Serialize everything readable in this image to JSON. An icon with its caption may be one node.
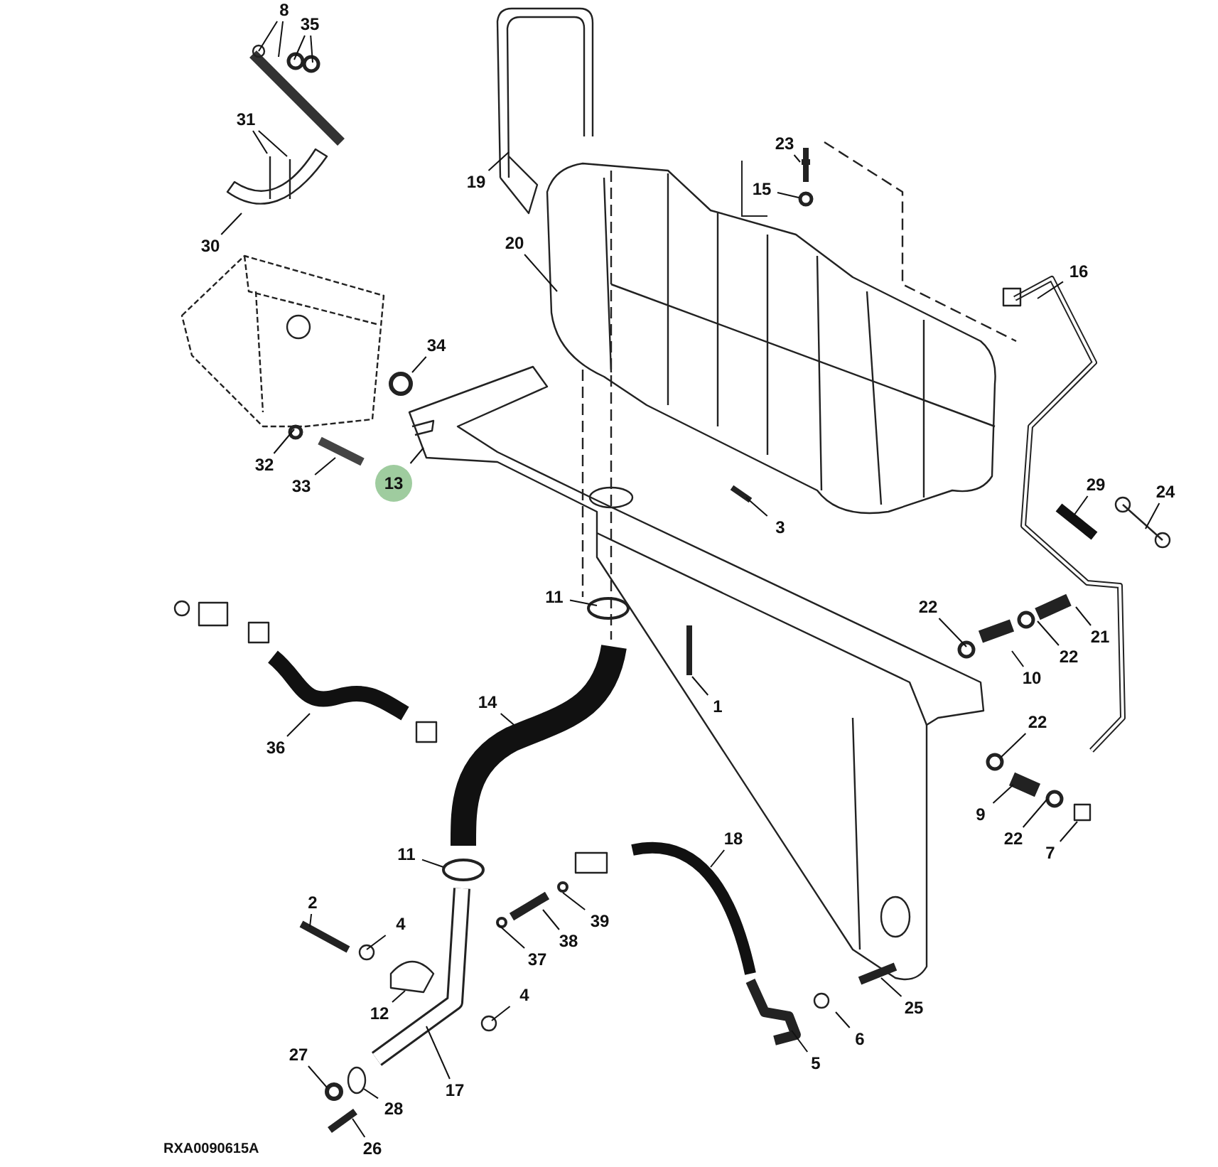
{
  "diagram": {
    "nodes": [
      {
        "text": [
          "8"
        ]
      },
      {
        "text": [
          "35"
        ]
      },
      {
        "text": [
          "31"
        ]
      },
      {
        "text": [
          "19"
        ]
      },
      {
        "text": [
          "23"
        ]
      },
      {
        "text": [
          "15"
        ]
      },
      {
        "text": [
          "30"
        ]
      },
      {
        "text": [
          "20"
        ]
      },
      {
        "text": [
          "16"
        ]
      },
      {
        "text": [
          "34"
        ]
      },
      {
        "text": [
          "32"
        ]
      },
      {
        "text": [
          "13"
        ]
      },
      {
        "text": [
          "33"
        ]
      },
      {
        "text": [
          "29"
        ]
      },
      {
        "text": [
          "24"
        ]
      },
      {
        "text": [
          "3"
        ]
      },
      {
        "text": [
          "11"
        ]
      },
      {
        "text": [
          "22"
        ]
      },
      {
        "text": [
          "21"
        ]
      },
      {
        "text": [
          "22"
        ]
      },
      {
        "text": [
          "10"
        ]
      },
      {
        "text": [
          "14"
        ]
      },
      {
        "text": [
          "1"
        ]
      },
      {
        "text": [
          "22"
        ]
      },
      {
        "text": [
          "36"
        ]
      },
      {
        "text": [
          "9"
        ]
      },
      {
        "text": [
          "18"
        ]
      },
      {
        "text": [
          "22"
        ]
      },
      {
        "text": [
          "7"
        ]
      },
      {
        "text": [
          "11"
        ]
      },
      {
        "text": [
          "2"
        ]
      },
      {
        "text": [
          "39"
        ]
      },
      {
        "text": [
          "4"
        ]
      },
      {
        "text": [
          "38"
        ]
      },
      {
        "text": [
          "37"
        ]
      },
      {
        "text": [
          "4"
        ]
      },
      {
        "text": [
          "25"
        ]
      },
      {
        "text": [
          "12"
        ]
      },
      {
        "text": [
          "6"
        ]
      },
      {
        "text": [
          "27"
        ]
      },
      {
        "text": [
          "5"
        ]
      },
      {
        "text": [
          "17"
        ]
      },
      {
        "text": [
          "28"
        ]
      },
      {
        "text": [
          "26"
        ]
      }
    ],
    "edges": [
      {
        "from": 0,
        "to": null,
        "arrow": "none"
      },
      {
        "from": 0,
        "to": null,
        "arrow": "none"
      },
      {
        "from": 1,
        "to": null,
        "arrow": "none"
      },
      {
        "from": 1,
        "to": null,
        "arrow": "none"
      },
      {
        "from": 2,
        "to": null,
        "arrow": "none"
      },
      {
        "from": 2,
        "to": null,
        "arrow": "none"
      },
      {
        "from": 3,
        "to": null,
        "arrow": "none"
      },
      {
        "from": 4,
        "to": null,
        "arrow": "none"
      },
      {
        "from": 5,
        "to": null,
        "arrow": "none"
      },
      {
        "from": 6,
        "to": null,
        "arrow": "none"
      },
      {
        "from": 7,
        "to": null,
        "arrow": "none"
      },
      {
        "from": 8,
        "to": null,
        "arrow": "none"
      },
      {
        "from": 9,
        "to": null,
        "arrow": "none"
      },
      {
        "from": 10,
        "to": null,
        "arrow": "none"
      },
      {
        "from": 11,
        "to": null,
        "arrow": "none"
      },
      {
        "from": 12,
        "to": null,
        "arrow": "none"
      },
      {
        "from": 13,
        "to": null,
        "arrow": "none"
      },
      {
        "from": 14,
        "to": null,
        "arrow": "none"
      },
      {
        "from": 15,
        "to": null,
        "arrow": "none"
      },
      {
        "from": 16,
        "to": null,
        "arrow": "none"
      },
      {
        "from": 17,
        "to": null,
        "arrow": "none"
      },
      {
        "from": 18,
        "to": null,
        "arrow": "none"
      },
      {
        "from": 19,
        "to": null,
        "arrow": "none"
      },
      {
        "from": 20,
        "to": null,
        "arrow": "none"
      },
      {
        "from": 21,
        "to": null,
        "arrow": "none"
      },
      {
        "from": 22,
        "to": null,
        "arrow": "none"
      },
      {
        "from": 23,
        "to": null,
        "arrow": "none"
      },
      {
        "from": 24,
        "to": null,
        "arrow": "none"
      },
      {
        "from": 25,
        "to": null,
        "arrow": "none"
      },
      {
        "from": 26,
        "to": null,
        "arrow": "none"
      },
      {
        "from": 27,
        "to": null,
        "arrow": "none"
      },
      {
        "from": 28,
        "to": null,
        "arrow": "none"
      },
      {
        "from": 29,
        "to": null,
        "arrow": "none"
      },
      {
        "from": 30,
        "to": null,
        "arrow": "none"
      },
      {
        "from": 31,
        "to": null,
        "arrow": "none"
      },
      {
        "from": 32,
        "to": null,
        "arrow": "none"
      },
      {
        "from": 33,
        "to": null,
        "arrow": "none"
      },
      {
        "from": 34,
        "to": null,
        "arrow": "none"
      },
      {
        "from": 35,
        "to": null,
        "arrow": "none"
      },
      {
        "from": 36,
        "to": null,
        "arrow": "none"
      },
      {
        "from": 37,
        "to": null,
        "arrow": "none"
      },
      {
        "from": 38,
        "to": null,
        "arrow": "none"
      },
      {
        "from": 39,
        "to": null,
        "arrow": "none"
      },
      {
        "from": 40,
        "to": null,
        "arrow": "none"
      },
      {
        "from": 41,
        "to": null,
        "arrow": "none"
      },
      {
        "from": 42,
        "to": null,
        "arrow": "none"
      },
      {
        "from": 43,
        "to": null,
        "arrow": "none"
      }
    ],
    "labels": [
      "RXA0090615A"
    ]
  }
}
